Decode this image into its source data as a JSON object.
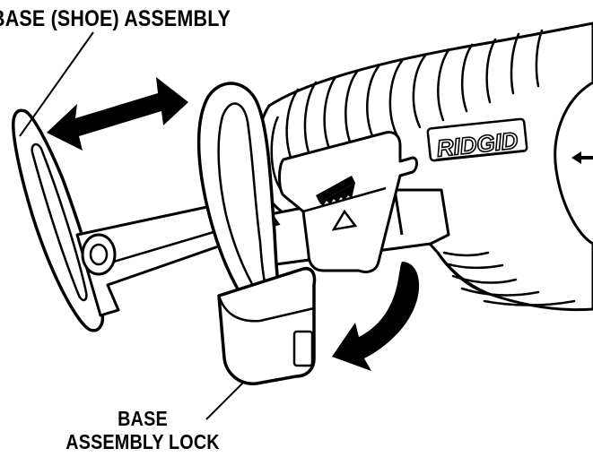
{
  "callouts": {
    "base_shoe_assembly": "BASE (SHOE) ASSEMBLY",
    "base_assembly_lock_line1": "BASE",
    "base_assembly_lock_line2": "ASSEMBLY LOCK"
  },
  "tool": {
    "brand_text": "RIDGID"
  },
  "colors": {
    "line": "#000000",
    "fill": "#ffffff",
    "background": "#ffffff"
  }
}
